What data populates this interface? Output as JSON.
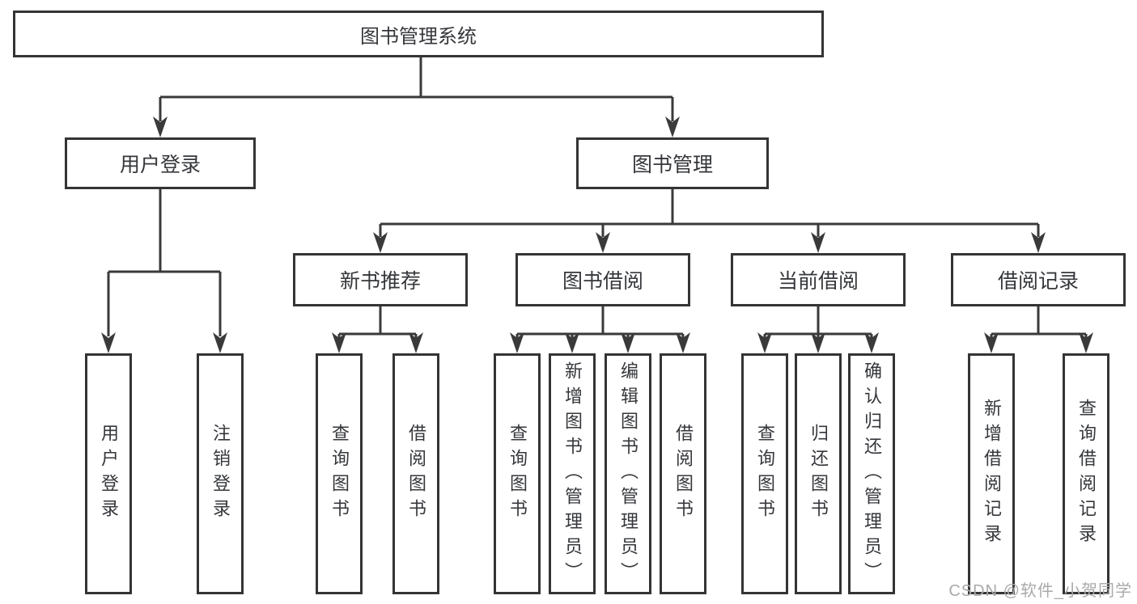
{
  "diagram": {
    "root": "图书管理系统",
    "level2": {
      "user_login": "用户登录",
      "book_mgmt": "图书管理"
    },
    "level3": {
      "new_books": "新书推荐",
      "borrow": "图书借阅",
      "current": "当前借阅",
      "records": "借阅记录"
    },
    "leaves": {
      "user_login": [
        "用户登录",
        "注销登录"
      ],
      "new_books": [
        "查询图书",
        "借阅图书"
      ],
      "borrow": [
        "查询图书",
        "新增图书（管理员）",
        "编辑图书（管理员）",
        "借阅图书"
      ],
      "current": [
        "查询图书",
        "归还图书",
        "确认归还（管理员）"
      ],
      "records": [
        "新增借阅记录",
        "查询借阅记录"
      ]
    }
  },
  "watermark": "CSDN @软件_小贺同学",
  "colors": {
    "line": "#3a3a3a",
    "border": "#343434",
    "text": "#35373b",
    "watermark": "#a9a9a9",
    "background": "#ffffff"
  }
}
